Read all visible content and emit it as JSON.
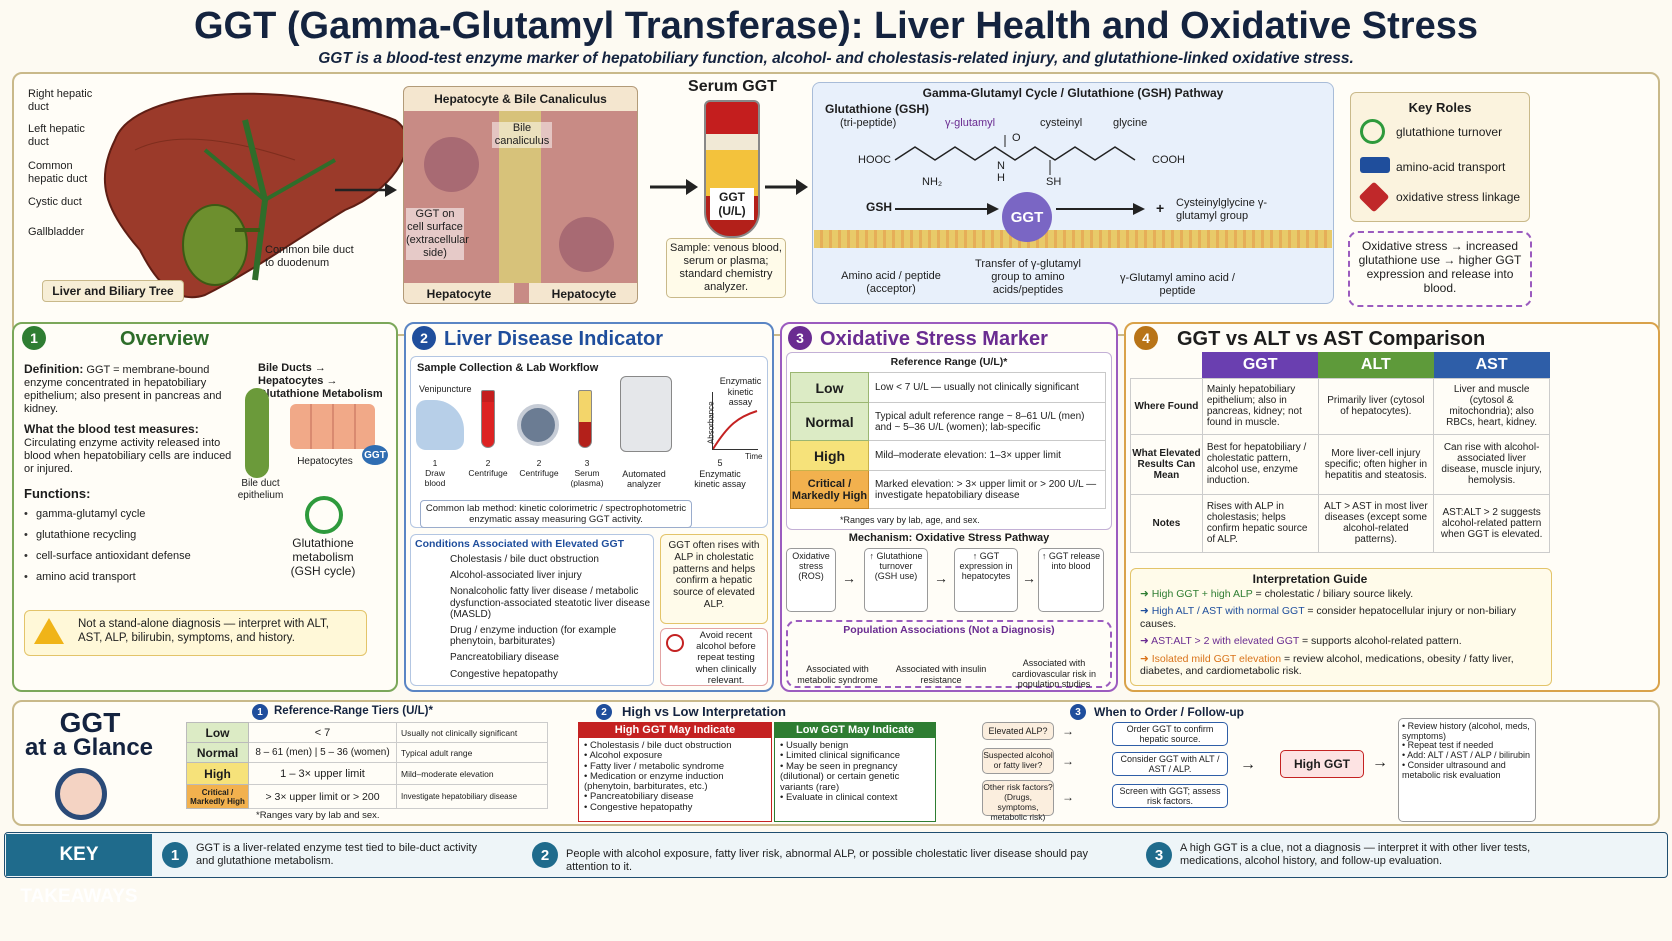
{
  "header": {
    "title": "GGT (Gamma-Glutamyl Transferase): Liver Health and Oxidative Stress",
    "subtitle": "GGT is a blood-test enzyme marker of hepatobiliary function, alcohol- and cholestasis-related injury, and glutathione-linked oxidative stress."
  },
  "anatomy": {
    "labels": [
      "Right hepatic duct",
      "Left hepatic duct",
      "Common hepatic duct",
      "Cystic duct",
      "Gallbladder",
      "Common bile duct to duodenum"
    ],
    "caption": "Liver and Biliary Tree"
  },
  "hepatocyte": {
    "title": "Hepatocyte & Bile Canaliculus",
    "canaliculus": "Bile canaliculus",
    "ggt_on": "GGT on cell surface (extracellular side)",
    "left": "Hepatocyte",
    "right": "Hepatocyte"
  },
  "serum": {
    "title": "Serum GGT",
    "tube": "GGT (U/L)",
    "sample": "Sample: venous blood, serum or plasma; standard chemistry analyzer."
  },
  "pathway": {
    "title": "Gamma-Glutamyl Cycle / Glutathione (GSH) Pathway",
    "gsh": "Glutathione (GSH)",
    "tri": "(tri-peptide)",
    "gglut": "γ-glutamyl",
    "cyst": "cysteinyl",
    "gly": "glycine",
    "hooc": "HOOC",
    "cooh": "COOH",
    "nh2": "NH₂",
    "sh": "SH",
    "h": "H",
    "n": "N",
    "o": "O",
    "gsh2": "GSH",
    "enzyme": "GGT",
    "plus": "+",
    "products": "Cysteinylglycine γ-glutamyl group",
    "acceptor": "Amino acid / peptide (acceptor)",
    "transfer": "Transfer of γ-glutamyl group to amino acids/peptides",
    "product2": "γ-Glutamyl amino acid / peptide"
  },
  "roles": {
    "title": "Key Roles",
    "items": [
      "glutathione turnover",
      "amino-acid transport",
      "oxidative stress linkage"
    ],
    "note": "Oxidative stress → increased glutathione use → higher GGT expression and release into blood."
  },
  "overview": {
    "num": "1",
    "title": "Overview",
    "def_label": "Definition:",
    "def": "GGT = membrane-bound enzyme concentrated in hepatobiliary epithelium; also present in pancreas and kidney.",
    "measure_label": "What the blood test measures:",
    "measure": "Circulating enzyme activity released into blood when hepatobiliary cells are induced or injured.",
    "func_label": "Functions:",
    "functions": [
      "gamma-glutamyl cycle",
      "glutathione recycling",
      "cell-surface antioxidant defense",
      "amino acid transport"
    ],
    "flow": "Bile Ducts → Hepatocytes → Glutathione Metabolism",
    "bile_epi": "Bile duct epithelium",
    "hepatocytes": "Hepatocytes",
    "ggt": "GGT",
    "gsh_meta": "Glutathione metabolism (GSH cycle)",
    "warning": "Not a stand-alone diagnosis — interpret with ALT, AST, ALP, bilirubin, symptoms, and history."
  },
  "indicator": {
    "num": "2",
    "title": "Liver Disease Indicator",
    "workflow": "Sample Collection & Lab Workflow",
    "venipuncture": "Venipuncture",
    "steps": [
      {
        "n": "1",
        "l": "Draw blood"
      },
      {
        "n": "2",
        "l": "Centrifuge"
      },
      {
        "n": "2",
        "l": "Centrifuge"
      },
      {
        "n": "3",
        "l": "Serum (plasma)"
      },
      {
        "n": "",
        "l": "Automated analyzer"
      },
      {
        "n": "5",
        "l": "Enzymatic kinetic assay"
      }
    ],
    "assay": "Enzymatic kinetic assay",
    "absorbance": "Absorbance",
    "time": "Time",
    "method": "Common lab method: kinetic colorimetric / spectrophotometric enzymatic assay measuring GGT activity.",
    "cond_title": "Conditions Associated with Elevated GGT",
    "conditions": [
      "Cholestasis / bile duct obstruction",
      "Alcohol-associated liver injury",
      "Nonalcoholic fatty liver disease / metabolic dysfunction-associated steatotic liver disease (MASLD)",
      "Drug / enzyme induction (for example phenytoin, barbiturates)",
      "Pancreatobiliary disease",
      "Congestive hepatopathy"
    ],
    "alp_note": "GGT often rises with ALP in cholestatic patterns and helps confirm a hepatic source of elevated ALP.",
    "alcohol_note": "Avoid recent alcohol before repeat testing when clinically relevant."
  },
  "oxidative": {
    "num": "3",
    "title": "Oxidative Stress Marker",
    "ref_title": "Reference Range (U/L)*",
    "tiers": [
      {
        "name": "Low",
        "desc": "Low < 7 U/L — usually not clinically significant",
        "color": "#dcebc5"
      },
      {
        "name": "Normal",
        "desc": "Typical adult reference range ~ 8–61 U/L (men) and ~ 5–36 U/L (women); lab-specific",
        "color": "#dcebc5"
      },
      {
        "name": "High",
        "desc": "Mild–moderate elevation: 1–3× upper limit",
        "color": "#f6e27a"
      },
      {
        "name": "Critical / Markedly High",
        "desc": "Marked elevation: > 3× upper limit or > 200 U/L — investigate hepatobiliary disease",
        "color": "#f2b14e"
      }
    ],
    "ranges_note": "*Ranges vary by lab, age, and sex.",
    "mech_title": "Mechanism: Oxidative Stress Pathway",
    "mech": [
      "Oxidative stress (ROS)",
      "↑ Glutathione turnover (GSH use)",
      "↑ GGT expression in hepatocytes",
      "↑ GGT release into blood"
    ],
    "pop_title": "Population Associations (Not a Diagnosis)",
    "pops": [
      "Associated with metabolic syndrome",
      "Associated with insulin resistance",
      "Associated with cardiovascular risk in population studies"
    ]
  },
  "compare": {
    "num": "4",
    "title": "GGT vs ALT vs AST Comparison",
    "cols": [
      "GGT",
      "ALT",
      "AST"
    ],
    "rows": [
      {
        "h": "Where Found",
        "c": [
          "Mainly hepatobiliary epithelium; also in pancreas, kidney; not found in muscle.",
          "Primarily liver (cytosol of hepatocytes).",
          "Liver and muscle (cytosol & mitochondria); also RBCs, heart, kidney."
        ]
      },
      {
        "h": "What Elevated Results Can Mean",
        "c": [
          "Best for hepatobiliary / cholestatic pattern, alcohol use, enzyme induction.",
          "More liver-cell injury specific; often higher in hepatitis and steatosis.",
          "Can rise with alcohol-associated liver disease, muscle injury, hemolysis."
        ]
      },
      {
        "h": "Notes",
        "c": [
          "Rises with ALP in cholestasis; helps confirm hepatic source of ALP.",
          "ALT > AST in most liver diseases (except some alcohol-related patterns).",
          "AST:ALT > 2 suggests alcohol-related pattern when GGT is elevated."
        ]
      }
    ],
    "guide_title": "Interpretation Guide",
    "guide": [
      {
        "k": "High GGT + high ALP",
        "v": " = cholestatic / biliary source likely.",
        "c": "#2e7d32"
      },
      {
        "k": "High ALT / AST with normal GGT",
        "v": " = consider hepatocellular injury or non-biliary causes.",
        "c": "#1f4e9c"
      },
      {
        "k": "AST:ALT > 2 with elevated GGT",
        "v": " = supports alcohol-related pattern.",
        "c": "#6a2c91"
      },
      {
        "k": "Isolated mild GGT elevation",
        "v": " = review alcohol, medications, obesity / fatty liver, diabetes, and cardiometabolic risk.",
        "c": "#d9731a"
      }
    ]
  },
  "glance": {
    "title1": "GGT",
    "title2": "at a Glance",
    "t1_num": "1",
    "t1_title": "Reference-Range Tiers (U/L)*",
    "tiers": [
      {
        "n": "Low",
        "v": "< 7",
        "d": "Usually not clinically significant",
        "c": "#dcebc5"
      },
      {
        "n": "Normal",
        "v": "8 – 61 (men)   |   5 – 36 (women)",
        "d": "Typical adult range",
        "c": "#dcebc5"
      },
      {
        "n": "High",
        "v": "1 – 3× upper limit",
        "d": "Mild–moderate elevation",
        "c": "#f6e27a"
      },
      {
        "n": "Critical / Markedly High",
        "v": "> 3× upper limit or > 200",
        "d": "Investigate hepatobiliary disease",
        "c": "#f2b14e"
      }
    ],
    "t1_note": "*Ranges vary by lab and sex.",
    "t2_num": "2",
    "t2_title": "High vs Low Interpretation",
    "high_title": "High GGT May Indicate",
    "high": [
      "Cholestasis / bile duct obstruction",
      "Alcohol exposure",
      "Fatty liver / metabolic syndrome",
      "Medication or enzyme induction (phenytoin, barbiturates, etc.)",
      "Pancreatobiliary disease",
      "Congestive hepatopathy"
    ],
    "low_title": "Low GGT May Indicate",
    "low": [
      "Usually benign",
      "Limited clinical significance",
      "May be seen in pregnancy (dilutional) or certain genetic variants (rare)",
      "Evaluate in clinical context"
    ],
    "t3_num": "3",
    "t3_title": "When to Order / Follow-up",
    "q": [
      "Elevated ALP?",
      "Suspected alcohol or fatty liver?",
      "Other risk factors? (Drugs, symptoms, metabolic risk)"
    ],
    "a": [
      "Order GGT to confirm hepatic source.",
      "Consider GGT with ALT / AST / ALP.",
      "Screen with GGT; assess risk factors."
    ],
    "high_ggt": "High GGT",
    "followup": [
      "Review history (alcohol, meds, symptoms)",
      "Repeat test if needed",
      "Add: ALT / AST / ALP / bilirubin",
      "Consider ultrasound and metabolic risk evaluation"
    ]
  },
  "takeaways": {
    "title": "KEY TAKEAWAYS",
    "items": [
      {
        "n": "1",
        "t": "GGT is a liver-related enzyme test tied to bile-duct activity and glutathione metabolism."
      },
      {
        "n": "2",
        "t": "People with alcohol exposure, fatty liver risk, abnormal ALP, or possible cholestatic liver disease should pay attention to it."
      },
      {
        "n": "3",
        "t": "A high GGT is a clue, not a diagnosis — interpret it with other liver tests, medications, alcohol history, and follow-up evaluation."
      }
    ]
  }
}
